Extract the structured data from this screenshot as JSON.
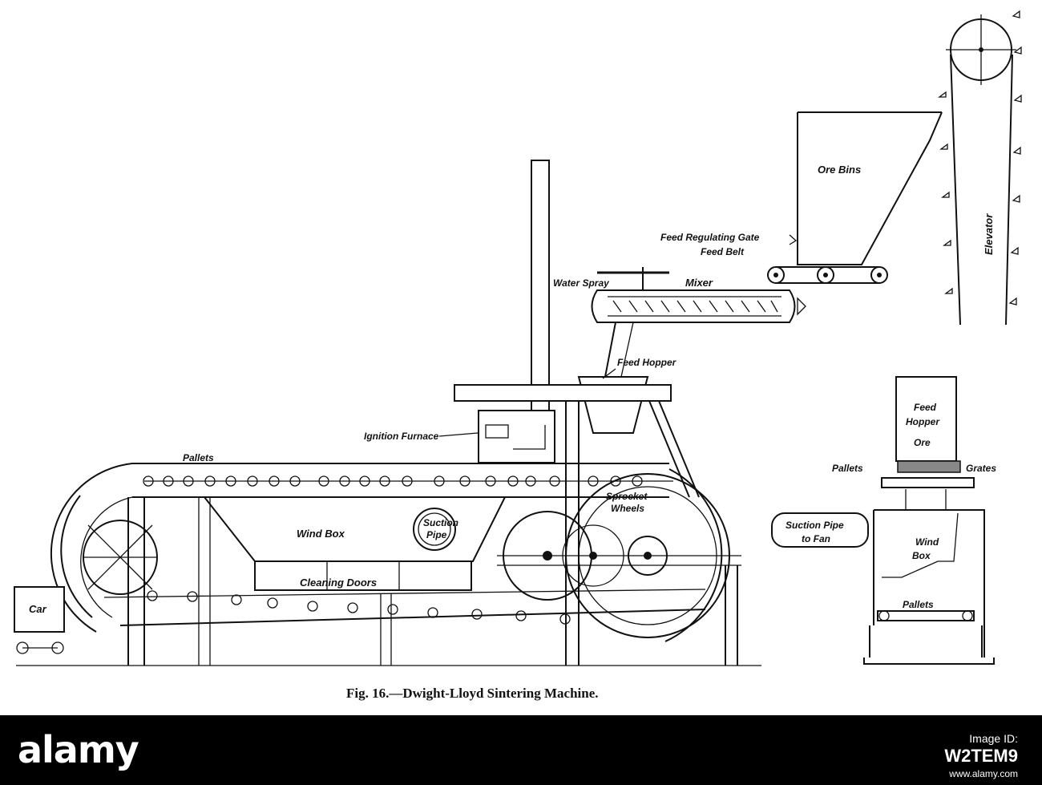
{
  "labels": {
    "ore_bins": "Ore Bins",
    "elevator": "Elevator",
    "feed_regulating_gate": "Feed Regulating Gate",
    "feed_belt": "Feed Belt",
    "water_spray": "Water Spray",
    "mixer": "Mixer",
    "feed_hopper": "Feed Hopper",
    "ignition_furnace": "Ignition Furnace",
    "pallets": "Pallets",
    "wind_box": "Wind Box",
    "suction_pipe_line1": "Suction",
    "suction_pipe_line2": "Pipe",
    "cleaning_doors": "Cleaning Doors",
    "sprocket_wheels_line1": "Sprocket",
    "sprocket_wheels_line2": "Wheels",
    "car": "Car"
  },
  "section_labels": {
    "feed_hopper_line1": "Feed",
    "feed_hopper_line2": "Hopper",
    "ore": "Ore",
    "pallets_top": "Pallets",
    "grates": "Grates",
    "suction_pipe_to_fan_line1": "Suction Pipe",
    "suction_pipe_to_fan_line2": "to Fan",
    "wind_box_line1": "Wind",
    "wind_box_line2": "Box",
    "pallets_bottom": "Pallets"
  },
  "caption": "Fig. 16.—Dwight-Lloyd Sintering Machine.",
  "footer": {
    "logo": "alamy",
    "image_id_label": "Image ID:",
    "image_id": "W2TEM9",
    "website": "www.alamy.com"
  }
}
